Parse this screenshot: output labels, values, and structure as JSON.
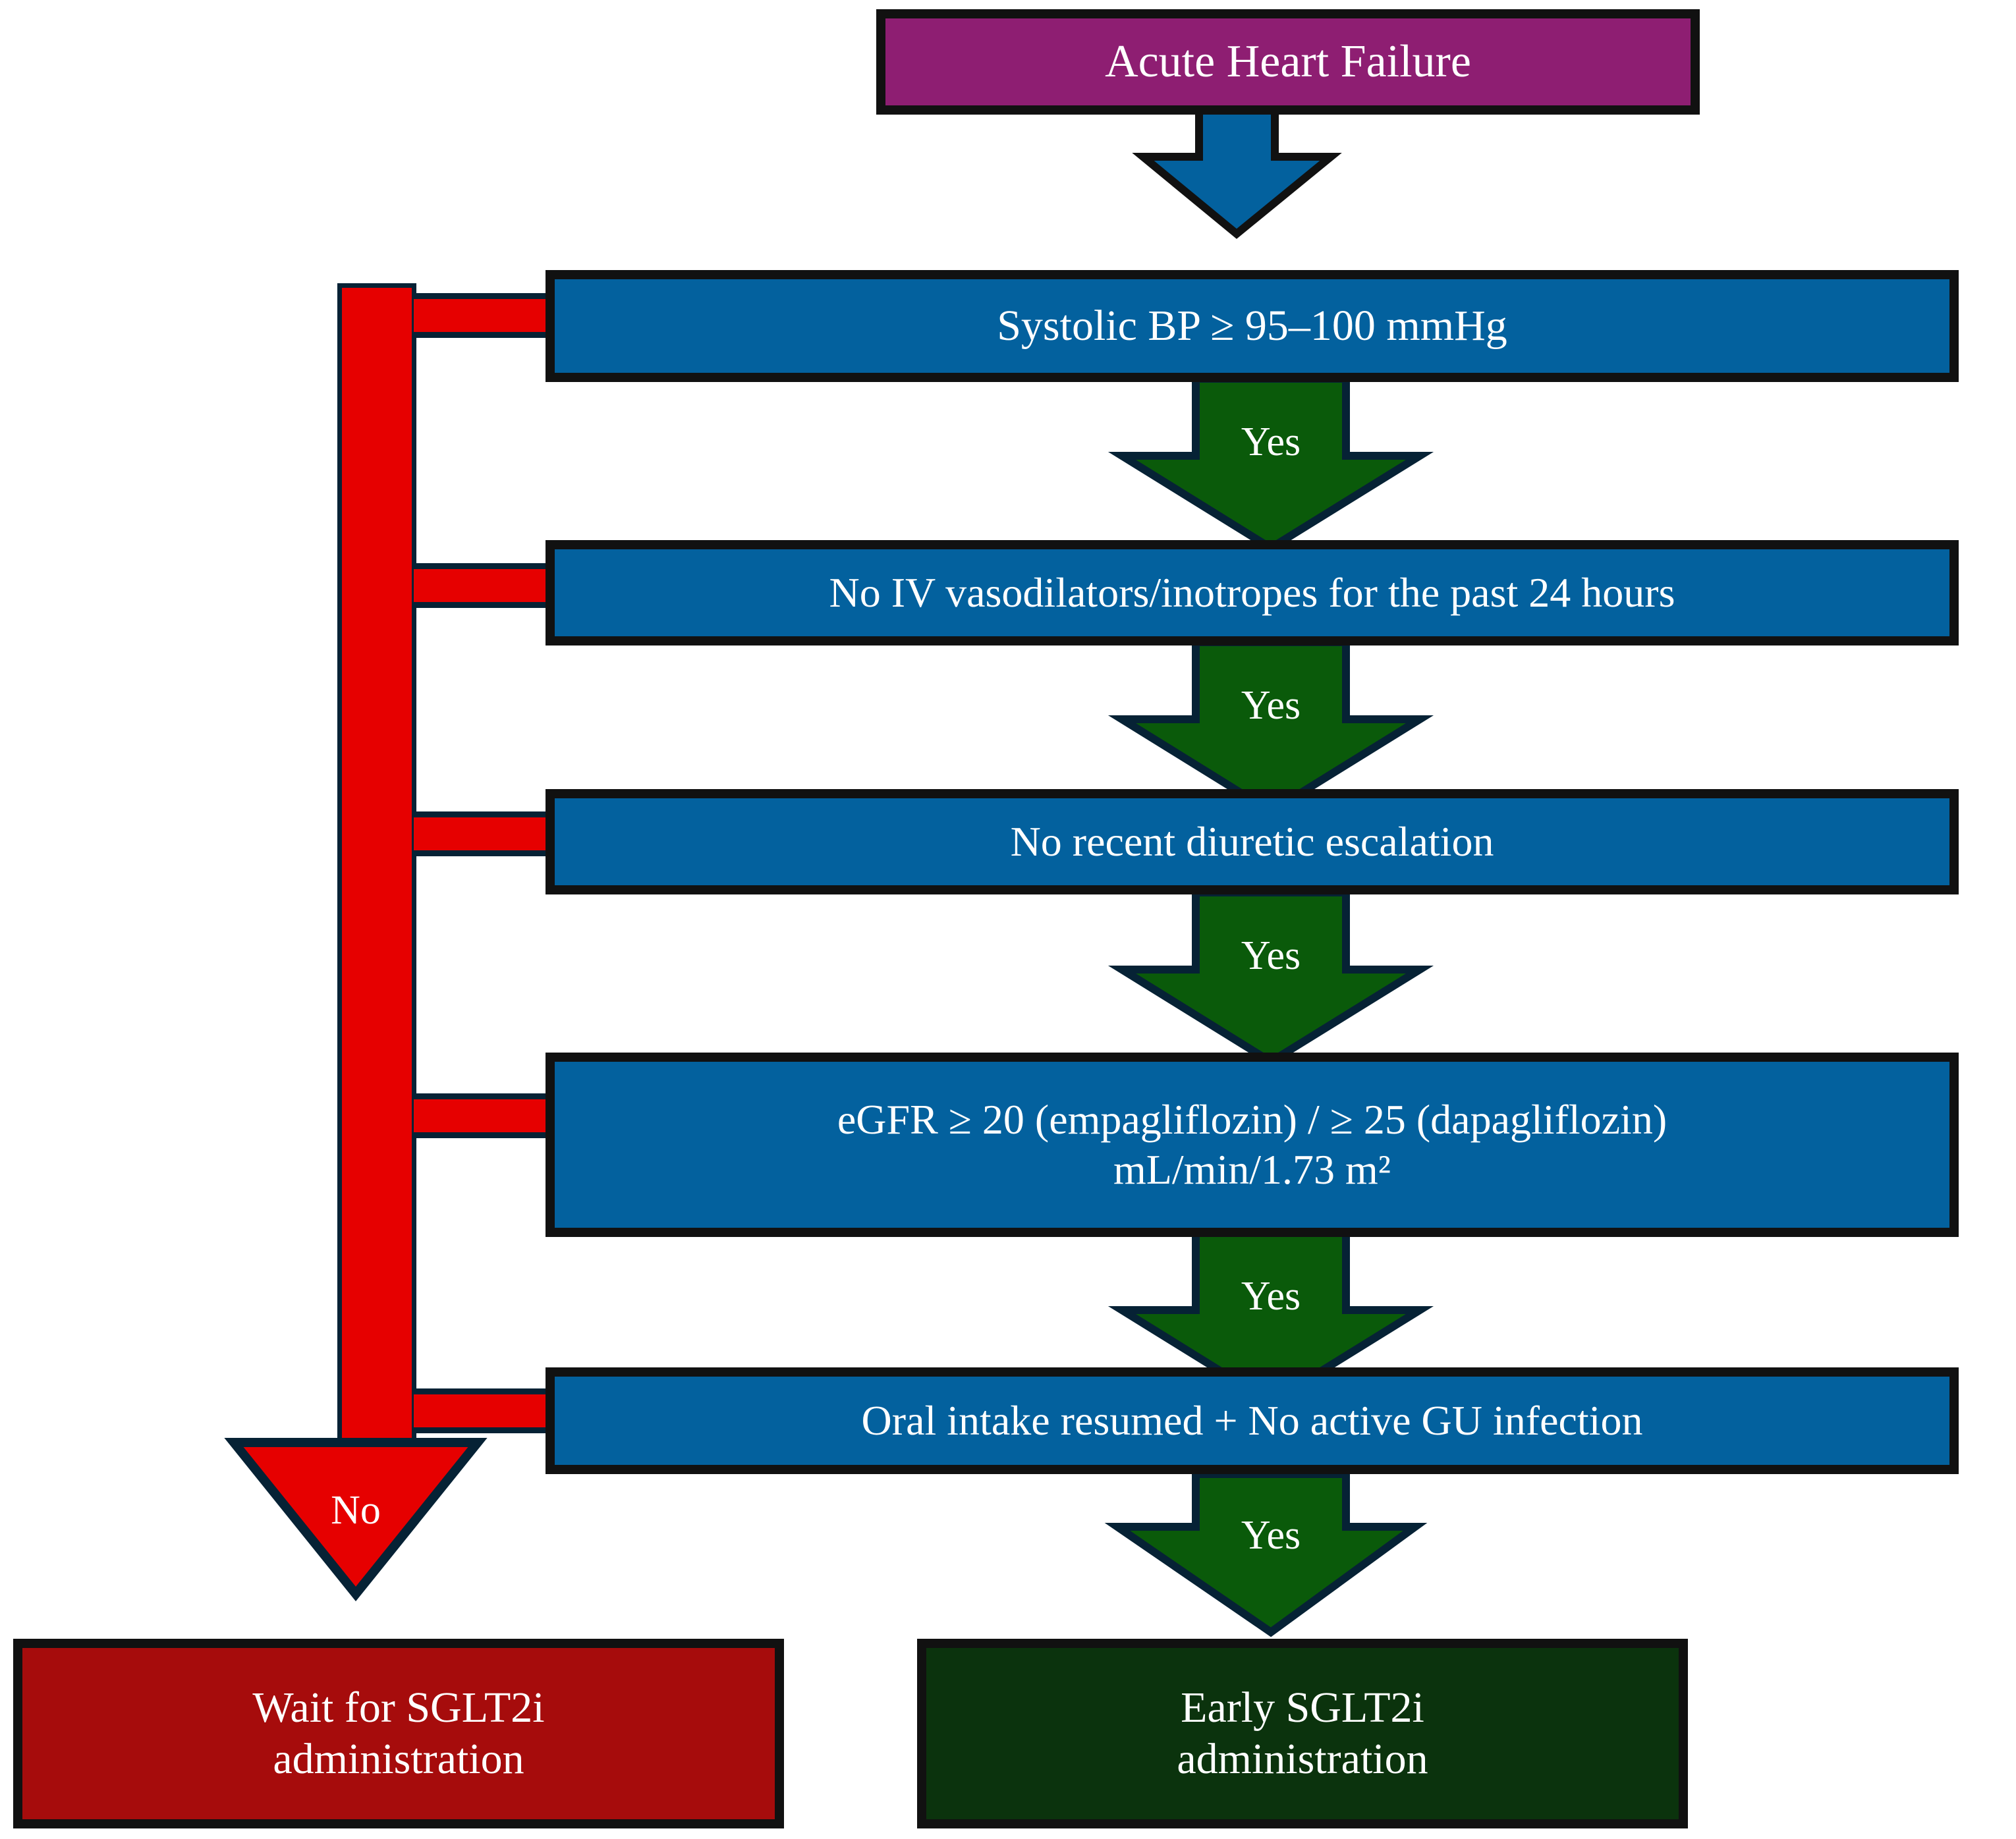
{
  "diagram": {
    "title": "Early SGLT2i administration decision pathway in acute heart failure",
    "type": "flowchart",
    "colors": {
      "start": "#8E1E72",
      "decision": "#03619E",
      "yes_arrow": "#0A5A0A",
      "no_arrow": "#E60000",
      "plain_arrow": "#03619E",
      "outcome_negative": "#A60C0C",
      "outcome_positive": "#0B330D",
      "border": "#111111",
      "arrow_outline": "#062235",
      "text": "#FFFFFF",
      "background": "#FFFFFF"
    },
    "nodes": {
      "start": {
        "label": "Acute Heart Failure",
        "kind": "start"
      },
      "d1": {
        "label": "Systolic BP ≥ 95–100 mmHg",
        "kind": "decision"
      },
      "d2": {
        "label": "No IV vasodilators/inotropes for the past 24 hours",
        "kind": "decision"
      },
      "d3": {
        "label": "No recent diuretic escalation",
        "kind": "decision"
      },
      "d4_line1": "eGFR ≥ 20 (empagliflozin) / ≥ 25 (dapagliflozin)",
      "d4_line2": "mL/min/1.73 m²",
      "d5": {
        "label": "Oral intake resumed  +  No active GU infection",
        "kind": "decision"
      },
      "wait_line1": "Wait for SGLT2i",
      "wait_line2": "administration",
      "early_line1": "Early SGLT2i",
      "early_line2": "administration"
    },
    "arrow_labels": {
      "a0": "",
      "a1": "Yes",
      "a2": "Yes",
      "a3": "Yes",
      "a4": "Yes",
      "a5": "Yes",
      "no": "No"
    },
    "edges": [
      {
        "from": "start",
        "to": "d1",
        "label": "",
        "color": "#03619E"
      },
      {
        "from": "d1",
        "to": "d2",
        "label": "Yes",
        "color": "#0A5A0A"
      },
      {
        "from": "d2",
        "to": "d3",
        "label": "Yes",
        "color": "#0A5A0A"
      },
      {
        "from": "d3",
        "to": "d4",
        "label": "Yes",
        "color": "#0A5A0A"
      },
      {
        "from": "d4",
        "to": "d5",
        "label": "Yes",
        "color": "#0A5A0A"
      },
      {
        "from": "d5",
        "to": "early",
        "label": "Yes",
        "color": "#0A5A0A"
      },
      {
        "from": "d1",
        "to": "wait",
        "label": "No",
        "color": "#E60000"
      },
      {
        "from": "d2",
        "to": "wait",
        "label": "No",
        "color": "#E60000"
      },
      {
        "from": "d3",
        "to": "wait",
        "label": "No",
        "color": "#E60000"
      },
      {
        "from": "d4",
        "to": "wait",
        "label": "No",
        "color": "#E60000"
      },
      {
        "from": "d5",
        "to": "wait",
        "label": "No",
        "color": "#E60000"
      }
    ]
  }
}
